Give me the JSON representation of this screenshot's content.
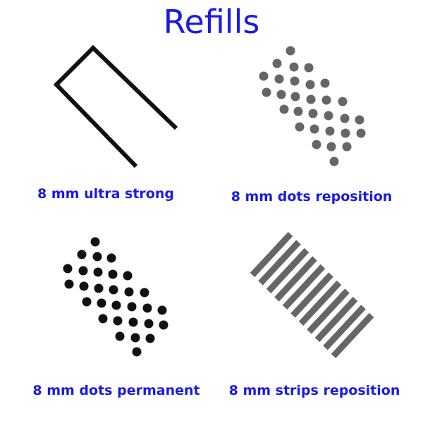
{
  "title": "Refills",
  "products": [
    {
      "label": "8 mm ultra strong",
      "icon": "staple-icon"
    },
    {
      "label": "8 mm dots reposition",
      "icon": "grey-dots-pattern-icon"
    },
    {
      "label": "8 mm dots permanent",
      "icon": "black-dots-pattern-icon"
    },
    {
      "label": "8 mm strips reposition",
      "icon": "strips-pattern-icon"
    }
  ],
  "colors": {
    "text": "#1a1ae6",
    "staple": "#111111",
    "grey_dots": "#666666",
    "black_dots": "#111111",
    "strips": "#666666"
  }
}
